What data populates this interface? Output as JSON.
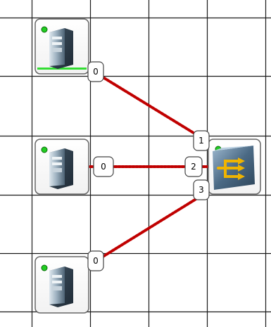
{
  "colors": {
    "grid": "#1a1a1a",
    "link": "#c00000",
    "link_dot": "#e00000",
    "status_led": "#22cc22",
    "selection_bar": "#33dd33",
    "node_frame": "#666666",
    "port_badge_border": "#444444",
    "port_badge_fill": "#ffffff",
    "switch_arrow": "#f0b400"
  },
  "icons": {
    "host": "server-tower-icon",
    "switch": "switch-arrows-icon",
    "status": "status-led-icon"
  },
  "nodes": [
    {
      "id": "host-top",
      "type": "host",
      "selected": true
    },
    {
      "id": "host-middle",
      "type": "host",
      "selected": false
    },
    {
      "id": "host-bottom",
      "type": "host",
      "selected": false
    },
    {
      "id": "switch",
      "type": "switch",
      "selected": false
    }
  ],
  "links": [
    {
      "from": "host-top",
      "to": "switch",
      "from_port": "0",
      "to_port": "1"
    },
    {
      "from": "host-middle",
      "to": "switch",
      "from_port": "0",
      "to_port": "2"
    },
    {
      "from": "host-bottom",
      "to": "switch",
      "from_port": "0",
      "to_port": "3"
    }
  ]
}
